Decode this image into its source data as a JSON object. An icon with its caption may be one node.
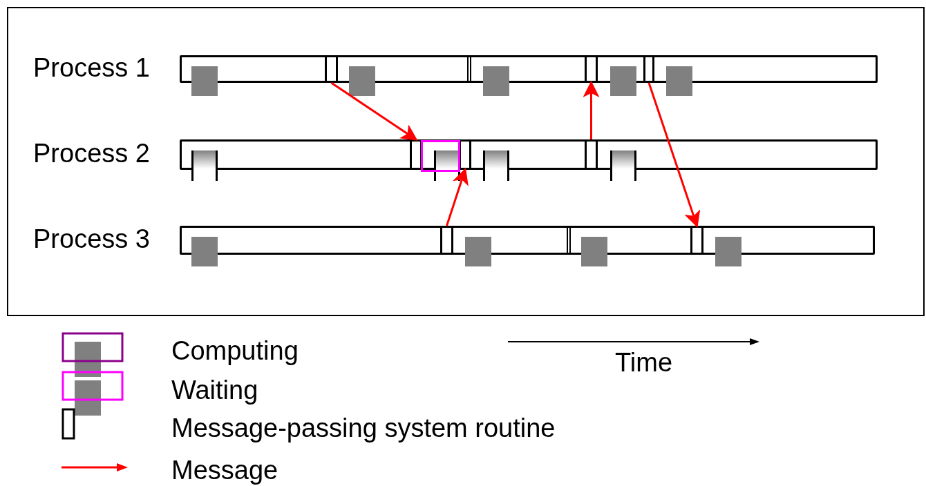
{
  "diagram": {
    "nodes": [
      {
        "text": [
          "Process 1"
        ]
      },
      {
        "text": [],
        "shape": "box",
        "in": 0
      },
      {
        "text": [],
        "shape": "box",
        "in": 0
      },
      {
        "text": [],
        "shape": "box",
        "in": 0
      },
      {
        "text": [
          "Process 2"
        ]
      },
      {
        "text": [],
        "shape": "box",
        "in": 4
      },
      {
        "text": [],
        "shape": "box",
        "in": 4
      },
      {
        "text": [],
        "shape": "box",
        "in": 4
      },
      {
        "text": [],
        "shape": "box",
        "in": 4
      },
      {
        "text": [
          "Process 3"
        ]
      },
      {
        "text": [],
        "shape": "box",
        "in": 9
      },
      {
        "text": [],
        "shape": "box",
        "in": 9
      }
    ],
    "edges": [
      {
        "from": 1,
        "to": 5,
        "arrow": "to"
      },
      {
        "from": 10,
        "to": 7,
        "arrow": "to"
      },
      {
        "from": 8,
        "to": 2,
        "arrow": "to"
      },
      {
        "from": 3,
        "to": 11,
        "arrow": "to"
      }
    ],
    "labels": [
      "Time"
    ],
    "legend": [
      {
        "text": "Computing"
      },
      {
        "text": "Waiting"
      },
      {
        "text": "Message-passing system routine"
      },
      {
        "text": "Message"
      }
    ]
  }
}
